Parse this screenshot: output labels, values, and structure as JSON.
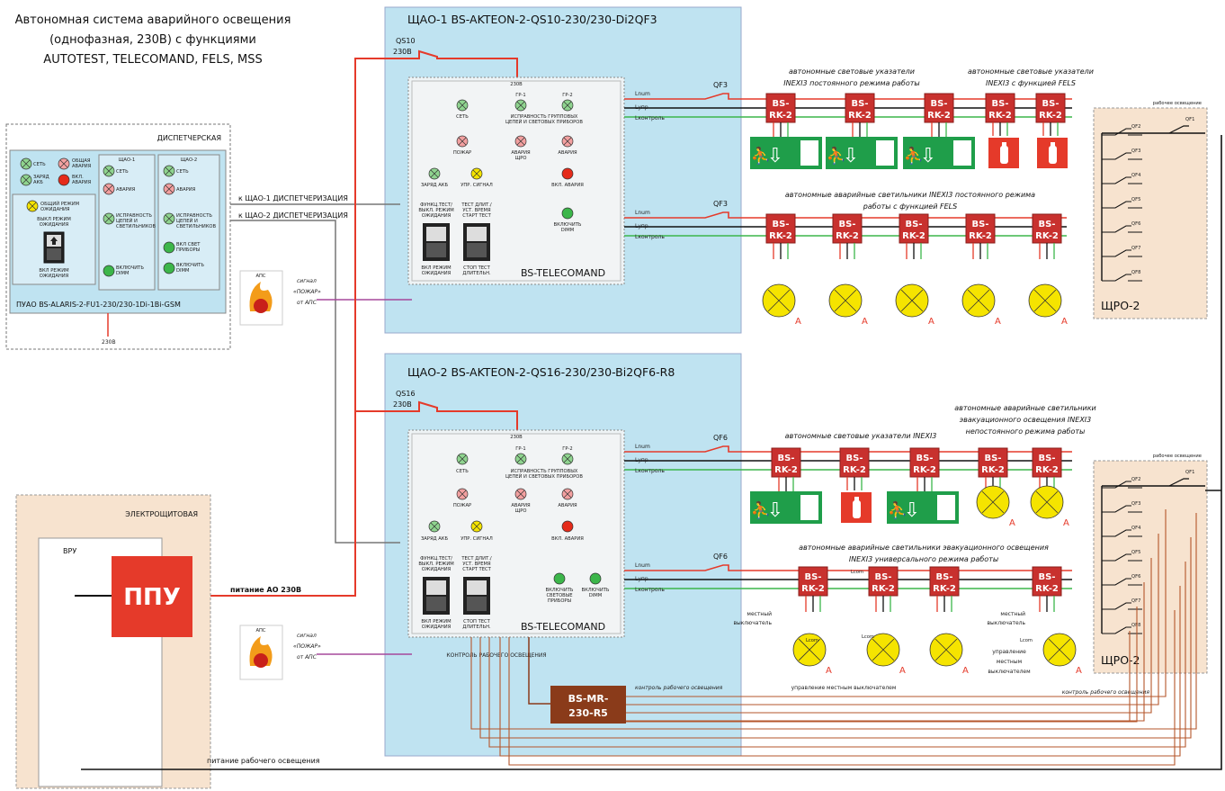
{
  "header": {
    "line1": "Автономная система аварийного освещения",
    "line2": "(однофазная, 230В)  с функциями",
    "line3": "AUTOTEST, TELECOMAND, FELS, MSS"
  },
  "dispatch": {
    "title": "ДИСПЕТЧЕРСКАЯ",
    "seti": "СЕТЬ",
    "obshaya": "ОБЩАЯ",
    "avaria": "АВАРИЯ",
    "zaryad": "ЗАРЯД",
    "akb": "АКБ",
    "vkl": "ВКЛ.",
    "rezhim": "ОБЩИЙ РЕЖИМ",
    "ozhidaniya": "ОЖИДАНИЯ",
    "vykl_rezhim": "ВЫКЛ РЕЖИМ",
    "vkl_rezhim": "ВКЛ РЕЖИМ",
    "col1": "ЩАО-1",
    "col2": "ЩАО-2",
    "seti2": "СЕТЬ",
    "avaria2": "АВАРИЯ",
    "ispr1": "ИСПРАВНОСТЬ",
    "ispr2": "ЦЕПЕЙ И",
    "ispr3": "СВЕТИЛЬНИКОВ",
    "vkl_svet": "ВКЛ СВЕТ",
    "pribory": "ПРИБОРЫ",
    "vkl_dimm": "ВКЛЮЧИТЬ",
    "dimm": "DIMM",
    "device": "ПУАО   BS-ALARIS-2-FU1-230/230-1Di-1Bi-GSM",
    "v230": "230В"
  },
  "links": {
    "to1": "к ЩАО-1 ДИСПЕТЧЕРИЗАЦИЯ",
    "to2": "к ЩАО-2 ДИСПЕТЧЕРИЗАЦИЯ"
  },
  "aps": {
    "label": "АПС",
    "signal": "сигнал",
    "pozhar": "«ПОЖАР»",
    "ot": "от АПС"
  },
  "panel1": {
    "title": "ЩАО-1 BS-AKTEON-2-QS10-230/230-Di2QF3",
    "qs": "QS10",
    "v230": "230В",
    "unit": "BS-TELECOMAND"
  },
  "panel2": {
    "title": "ЩАО-2 BS-AKTEON-2-QS16-230/230-Bi2QF6-R8",
    "qs": "QS16",
    "v230": "230В",
    "unit": "BS-TELECOMAND",
    "control": "КОНТРОЛЬ РАБОЧЕГО ОСВЕЩЕНИЯ"
  },
  "tele": {
    "gr1": "ГР-1",
    "gr2": "ГР-2",
    "seti": "СЕТЬ",
    "ispr1": "ИСПРАВНОСТЬ ГРУППОВЫХ",
    "ispr2": "ЦЕПЕЙ И СВЕТОВЫХ ПРИБОРОВ",
    "pozhar": "ПОЖАР",
    "avaria": "АВАРИЯ",
    "shro": "ЩРО",
    "avaria2": "АВАРИЯ",
    "zaryad": "ЗАРЯД АКБ",
    "upr": "УПР. СИГНАЛ",
    "vkl_avaria": "ВКЛ. АВАРИЯ",
    "vkl_dimm1": "ВКЛЮЧИТЬ",
    "vkl_dimm2": "DIMM",
    "f1": "ФУНКЦ.ТЕСТ/",
    "f2": "ВЫКЛ. РЕЖИМ",
    "f3": "ОЖИДАНИЯ",
    "t1": "ТЕСТ ДЛИТ./",
    "t2": "УСТ. ВРЕМЯ",
    "t3": "СТАРТ ТЕСТ",
    "b1": "ВКЛ РЕЖИМ",
    "b2": "ОЖИДАНИЯ",
    "s1": "СТОП ТЕСТ",
    "s2": "ДЛИТЕЛЬН.",
    "vs1": "ВКЛЮЧИТЬ",
    "vs2": "СВЕТОВЫЕ",
    "vs3": "ПРИБОРЫ"
  },
  "lines": {
    "lnum": "Lnum",
    "lupr": "Lупр",
    "lkontrol": "Lконтроль",
    "lcom": "Lcom"
  },
  "breakers": {
    "qf3": "QF3",
    "qf6": "QF6",
    "qf1": "QF1",
    "qf2": "QF2",
    "qf3b": "QF3",
    "qf4": "QF4",
    "qf5": "QF5",
    "qf6b": "QF6",
    "qf7": "QF7",
    "qf8": "QF8"
  },
  "groups": {
    "g1a": "автономные световые указатели",
    "g1b": "INEXI3 постоянного режима работы",
    "g2a": "автономные световые указатели",
    "g2b": "INEXI3 с функцией FELS",
    "g3a": "автономные аварийные светильники INEXI3 постоянного режима",
    "g3b": "работы с функцией FELS",
    "g4": "автономные световые указатели INEXI3",
    "g5a": "автономные аварийные светильники",
    "g5b": "эвакуационного освещения INEXI3",
    "g5c": "непостоянного режима работы",
    "g6a": "автономные аварийные светильники эвакуационного освещения",
    "g6b": "INEXI3 универсального режима работы"
  },
  "rk": {
    "l1": "BS-",
    "l2": "RK-2"
  },
  "lamp_mark": "A",
  "shro": {
    "title": "ЩРО-2",
    "work": "рабочее освещение"
  },
  "elec": {
    "title": "ЭЛЕКТРОЩИТОВАЯ",
    "vru": "ВРУ",
    "ppu": "ППУ"
  },
  "power": {
    "ao": "питание АО 230В",
    "work": "питание рабочего освещения"
  },
  "local": {
    "sw1": "местный",
    "sw2": "выключатель",
    "mgmt": "управление местным выключателем",
    "u1": "управление",
    "u2": "местным",
    "u3": "выключателем"
  },
  "mr": {
    "l1": "BS-MR-",
    "l2": "230-R5",
    "control": "контроль рабочего освещения"
  },
  "colors": {
    "panel_bg": "#bfe3f1",
    "red": "#e53a2a",
    "dark_red": "#c8312e",
    "green_sign": "#1f9e4a",
    "lamp": "#f5e400",
    "brown": "#b5562b",
    "shro_bg": "#f7e3cf"
  }
}
